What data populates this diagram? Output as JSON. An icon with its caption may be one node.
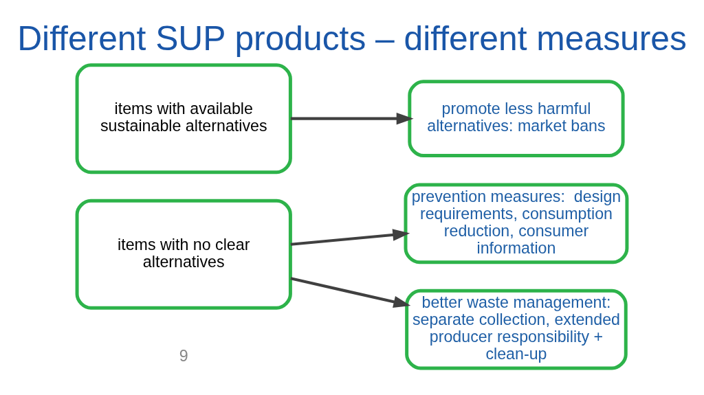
{
  "diagram": {
    "title": "Different SUP products – different measures",
    "nodes": [
      {
        "text": [
          "items with available sustainable alternatives"
        ]
      },
      {
        "text": [
          "items with no clear alternatives"
        ]
      },
      {
        "text": [
          "promote less harmful alternatives: market bans"
        ]
      },
      {
        "text": [
          "prevention measures:  design requirements, consumption reduction, consumer information"
        ]
      },
      {
        "text": [
          "better waste management: separate collection, extended producer responsibility + clean-up"
        ]
      }
    ],
    "edges": [
      {
        "from": 0,
        "to": 2,
        "arrow": "to"
      },
      {
        "from": 1,
        "to": 3,
        "arrow": "to"
      },
      {
        "from": 1,
        "to": 4,
        "arrow": "to"
      }
    ],
    "labels": [
      "9"
    ]
  }
}
